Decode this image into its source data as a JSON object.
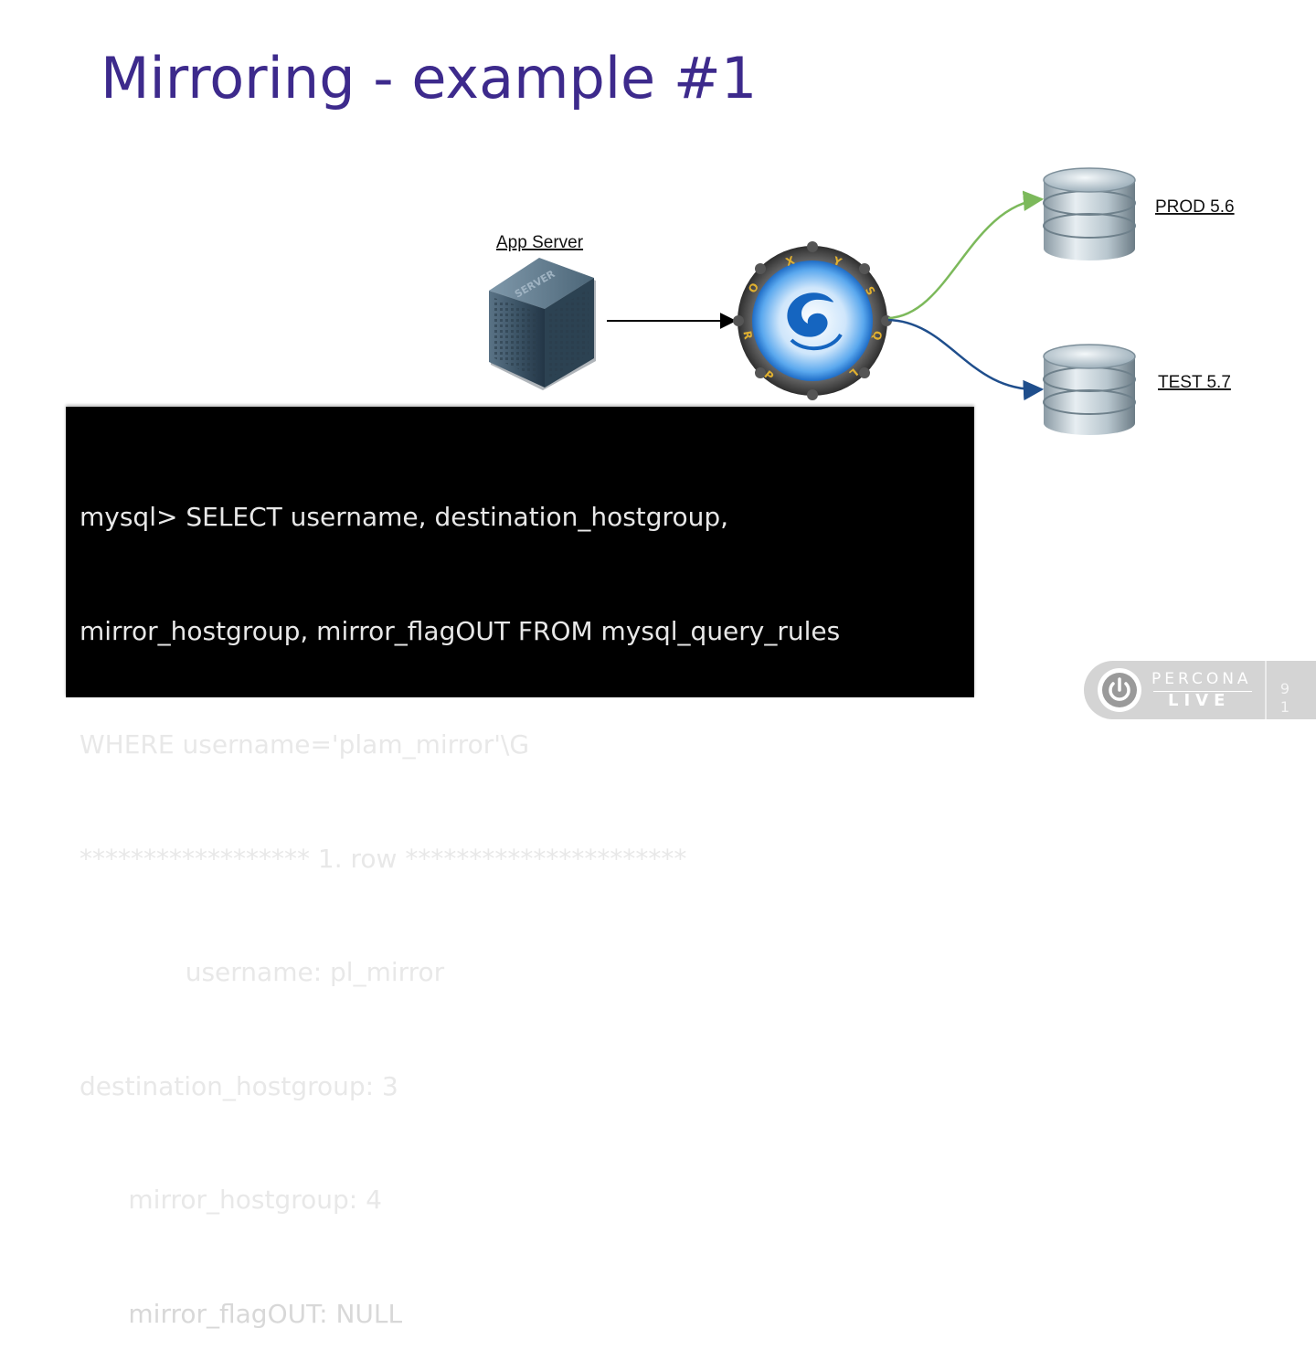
{
  "slide": {
    "title": "Mirroring - example #1",
    "page_number": "91"
  },
  "diagram": {
    "app_server_label": "App Server",
    "server_icon_text": "SERVER",
    "proxy_ring_letters": [
      "P",
      "R",
      "O",
      "X",
      "Y",
      "S",
      "Q",
      "L"
    ],
    "prod_label": "PROD 5.6",
    "test_label": "TEST 5.7",
    "edges": [
      {
        "from": "App Server",
        "to": "ProxySQL",
        "color": "#000000"
      },
      {
        "from": "ProxySQL",
        "to": "PROD 5.6",
        "color": "#7cb95b"
      },
      {
        "from": "ProxySQL",
        "to": "TEST 5.7",
        "color": "#1f4e8c"
      }
    ]
  },
  "console": {
    "lines": [
      "mysql> SELECT username, destination_hostgroup,",
      "mirror_hostgroup, mirror_flagOUT FROM mysql_query_rules",
      "WHERE username='plam_mirror'\\G",
      "****************** 1. row **********************",
      "             username: pl_mirror",
      "destination_hostgroup: 3",
      "      mirror_hostgroup: 4",
      "      mirror_flagOUT: NULL"
    ]
  },
  "logo": {
    "word1": "PERCONA",
    "word2": "LIVE"
  },
  "colors": {
    "title": "#3d2a8c",
    "console_bg": "#000000",
    "console_text": "#e8e8e8",
    "edge_prod": "#7cb95b",
    "edge_test": "#1f4e8c"
  }
}
